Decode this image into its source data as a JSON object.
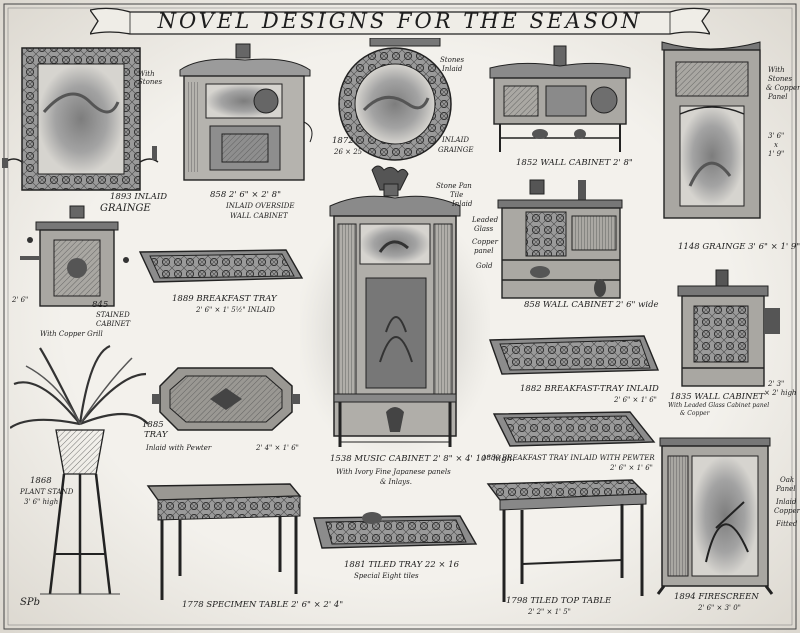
{
  "title": "NOVEL DESIGNS FOR THE SEASON",
  "captions": {
    "mirror_1893": [
      "1893 INLAID",
      "GRAINGE"
    ],
    "mirror_1893_note": [
      "With",
      "Stones"
    ],
    "cabinet_858": [
      "858   2' 6\" × 2' 8\"",
      "INLAID OVERSIDE",
      "WALL CABINET"
    ],
    "round_mirror": [
      "Stones",
      "Inlaid"
    ],
    "round_mirror_num": [
      "1872",
      "26 × 25"
    ],
    "round_mirror_note": [
      "INLAID",
      "GRAINGE"
    ],
    "cabinet_1852": [
      "1852  WALL CABINET  2' 8\""
    ],
    "mirror_1148": [
      "1148  GRAINGE  3' 6\" × 1' 9\""
    ],
    "mirror_1148_side": [
      "With",
      "Stones",
      "& Copper",
      "Panel"
    ],
    "mirror_1148_dim": [
      "3' 6\"",
      "x",
      "1' 9\""
    ],
    "corner_cabinet": [
      "845",
      "STAINED",
      "CABINET"
    ],
    "corner_cabinet_note": [
      "With Copper Grill"
    ],
    "tray_1889": [
      "1889  BREAKFAST TRAY",
      "2' 6\" × 1' 5½\"   INLAID"
    ],
    "music_cabinet": [
      "1538  MUSIC CABINET  2' 8\" × 4' 10\" high.",
      "With Ivory Fine Japanese panels",
      "& Inlays."
    ],
    "music_cabinet_note": [
      "Stone Pan",
      "Tile",
      "Inlaid"
    ],
    "shelves_858": [
      "858  WALL CABINET  2' 6\" wide"
    ],
    "shelves_side": [
      "Leaded",
      "Glass",
      "Copper",
      "panel",
      "Gold"
    ],
    "tray_1882": [
      "1882  BREAKFAST-TRAY  INLAID",
      "2' 6\" × 1' 6\""
    ],
    "cabinet_1835": [
      "1835  WALL CABINET",
      "With Leaded Glass Cabinet panel",
      "& Copper"
    ],
    "cabinet_1835_dim": [
      "2' 3\"",
      "× 2' high"
    ],
    "oval_tray": [
      "1885",
      "TRAY",
      "Inlaid with Pewter"
    ],
    "oval_tray_dim": [
      "2' 4\" × 1' 6\""
    ],
    "tray_1880": [
      "1880  BREAKFAST TRAY  INLAID WITH PEWTER",
      "2' 6\" × 1' 6\""
    ],
    "plant_stand": [
      "1868",
      "PLANT STAND",
      "3' 6\" high"
    ],
    "table_1778": [
      "1778  SPECIMEN TABLE  2' 6\" × 2' 4\""
    ],
    "tray_1881": [
      "1881  TILED TRAY  22 × 16",
      "Special Eight tiles"
    ],
    "table_1798": [
      "1798  TILED TOP TABLE",
      "2' 2\" × 1' 5\""
    ],
    "screen_1894": [
      "1894  FIRESCREEN",
      "2' 6\" × 3' 0\""
    ],
    "screen_side": [
      "Oak",
      "Panel",
      "Inlaid",
      "Copper",
      "Fitted"
    ],
    "signature": "SPb"
  }
}
